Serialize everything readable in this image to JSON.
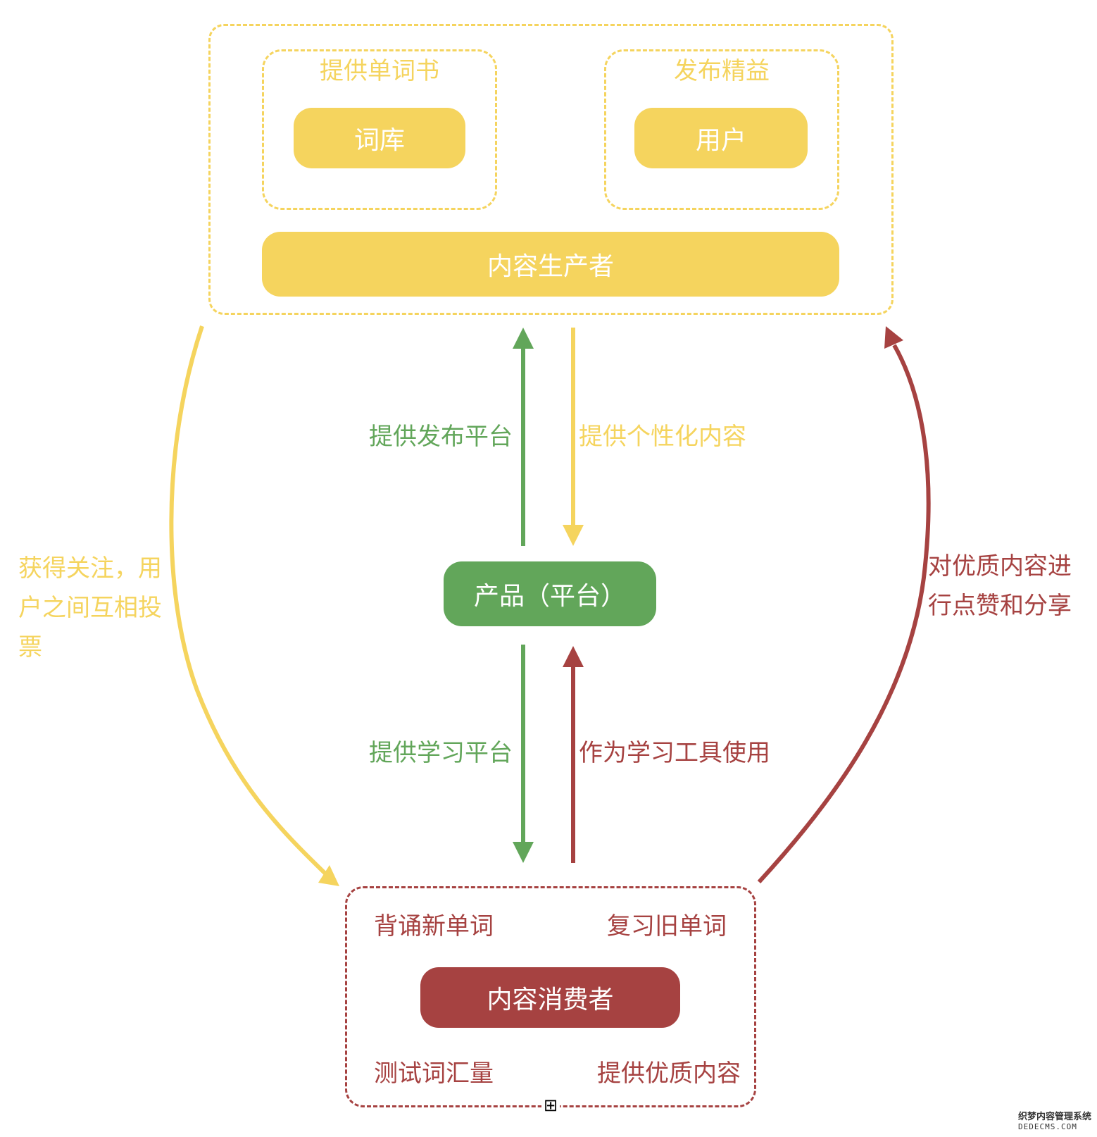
{
  "colors": {
    "yellow": "#f5d45e",
    "green": "#62a65a",
    "red": "#a64241"
  },
  "producer": {
    "group_left_title": "提供单词书",
    "group_right_title": "发布精益",
    "box_left": "词库",
    "box_right": "用户",
    "main_box": "内容生产者"
  },
  "product": {
    "box": "产品（平台）"
  },
  "consumer": {
    "main_box": "内容消费者",
    "top_left": "背诵新单词",
    "top_right": "复习旧单词",
    "bottom_left": "测试词汇量",
    "bottom_right": "提供优质内容"
  },
  "edges": {
    "provide_publish_platform": "提供发布平台",
    "provide_personalized_content": "提供个性化内容",
    "provide_learning_platform": "提供学习平台",
    "use_as_learning_tool": "作为学习工具使用",
    "gain_attention_vote": "获得关注，用户之间互相投票",
    "like_and_share": "对优质内容进行点赞和分享"
  },
  "expand_icon": "⊞",
  "watermark": {
    "line1": "织梦内容管理系统",
    "line2": "DEDECMS.COM"
  }
}
